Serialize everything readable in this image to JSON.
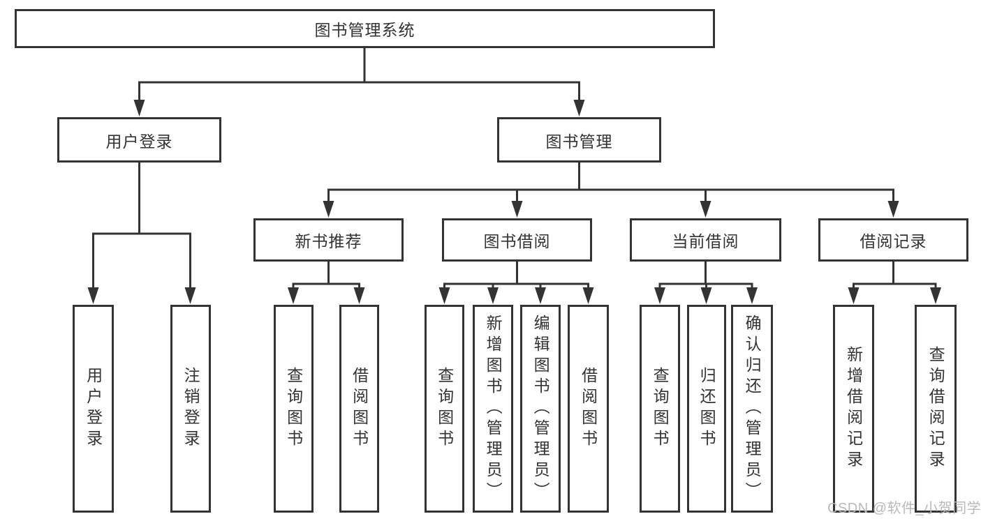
{
  "diagram": {
    "root": {
      "label": "图书管理系统"
    },
    "level2": [
      {
        "label": "用户登录"
      },
      {
        "label": "图书管理"
      }
    ],
    "level3": [
      {
        "label": "新书推荐"
      },
      {
        "label": "图书借阅"
      },
      {
        "label": "当前借阅"
      },
      {
        "label": "借阅记录"
      }
    ],
    "leaves": {
      "user_login": [
        "用户登录",
        "注销登录"
      ],
      "new_book": [
        "查询图书",
        "借阅图书"
      ],
      "book_borrow": [
        "查询图书",
        "新增图书（管理员）",
        "编辑图书（管理员）",
        "借阅图书"
      ],
      "current_borrow": [
        "查询图书",
        "归还图书",
        "确认归还（管理员）"
      ],
      "borrow_record": [
        "新增借阅记录",
        "查询借阅记录"
      ]
    }
  },
  "watermark": "CSDN @软件_小贺同学",
  "colors": {
    "line": "#333333",
    "text": "#333333",
    "watermark_gray": "#b9b9b9",
    "background": "#ffffff"
  }
}
